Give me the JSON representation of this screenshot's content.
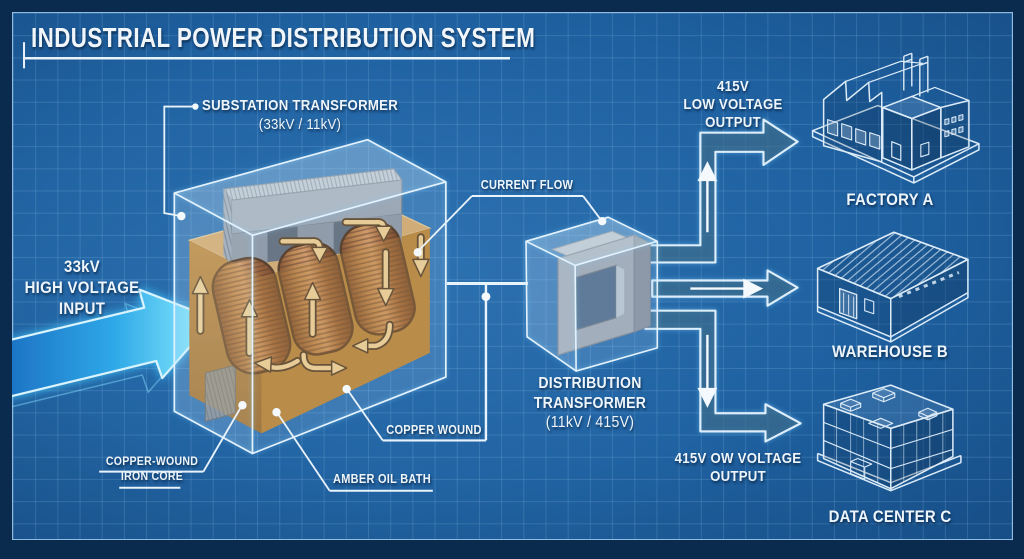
{
  "title": "INDUSTRIAL POWER DISTRIBUTION SYSTEM",
  "input_label": {
    "line1": "33kV",
    "line2": "HIGH VOLTAGE",
    "line3": "INPUT"
  },
  "substation": {
    "name": "SUBSTATION TRANSFORMER",
    "rating": "(33kV / 11kV)"
  },
  "callouts": {
    "current_flow": "CURRENT FLOW",
    "copper_wound": "COPPER WOUND",
    "amber_oil_bath": "AMBER OIL BATH",
    "iron_core_line1": "COPPER-WOUND",
    "iron_core_line2": "IRON CORE"
  },
  "distribution": {
    "line1": "DISTRIBUTION",
    "line2": "TRANSFORMER",
    "rating": "(11kV / 415V)"
  },
  "output_top": {
    "line1": "415V",
    "line2": "LOW VOLTAGE",
    "line3": "OUTPUT",
    "destination": "FACTORY A"
  },
  "output_middle": {
    "destination": "WAREHOUSE B"
  },
  "output_bottom": {
    "line1": "415V OW VOLTAGE",
    "line2": "OUTPUT",
    "destination": "DATA CENTER C"
  },
  "colors": {
    "background": "#1e60a0",
    "frame": "#0a2b4e",
    "line_white": "#e9f3fb",
    "input_arrow_cyan": "#7ee9ff",
    "arrow_fill_navy": "#143a63",
    "copper": "#b5651d",
    "amber_tank": "#c8893a",
    "core_gray": "#9aa1aa"
  }
}
